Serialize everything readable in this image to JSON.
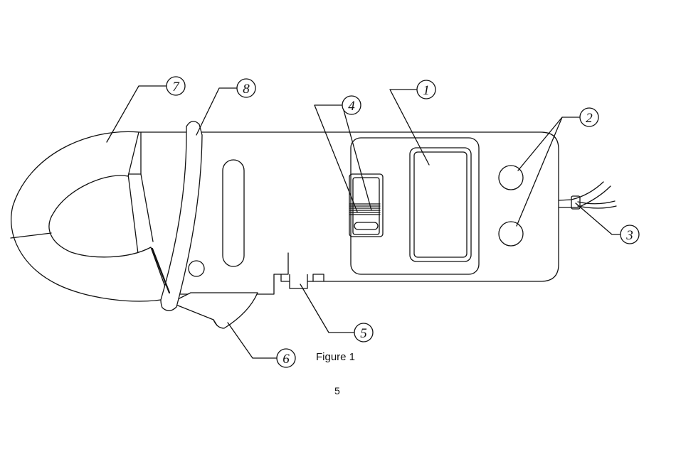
{
  "figure": {
    "caption": "Figure 1",
    "page_number": "5",
    "callouts": [
      "1",
      "2",
      "3",
      "4",
      "5",
      "6",
      "7",
      "8"
    ]
  }
}
